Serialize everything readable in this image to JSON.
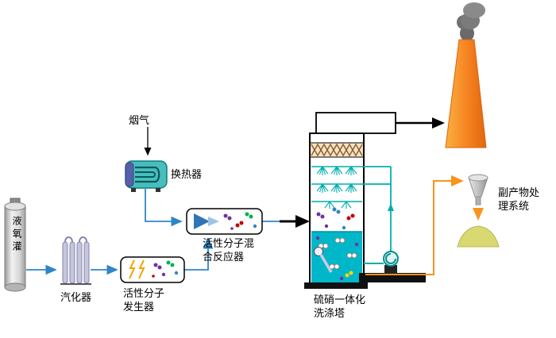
{
  "diagram": {
    "nodes": {
      "tank": {
        "label": "液氧灌"
      },
      "vaporizer": {
        "label": "汽化器"
      },
      "generator": {
        "label": "活性分子\n发生器"
      },
      "flue_gas": {
        "label": "烟气"
      },
      "heat_exchanger": {
        "label": "换热器"
      },
      "reactor": {
        "label": "活性分子混\n合反应器"
      },
      "tower": {
        "label": "硫硝一体化\n洗涤塔"
      },
      "byproduct": {
        "label": "副产物处\n理系统"
      }
    },
    "colors": {
      "process_line": "#2E86C8",
      "recirculation_line": "#00AEAE",
      "byproduct_line": "#F7941D",
      "chimney": "#F58220",
      "scrubber_liquid": "#00B6C9",
      "heat_exchanger_shell": "#49BDBD",
      "byproduct_pile": "#D9D972",
      "smoke": "#777777"
    }
  }
}
